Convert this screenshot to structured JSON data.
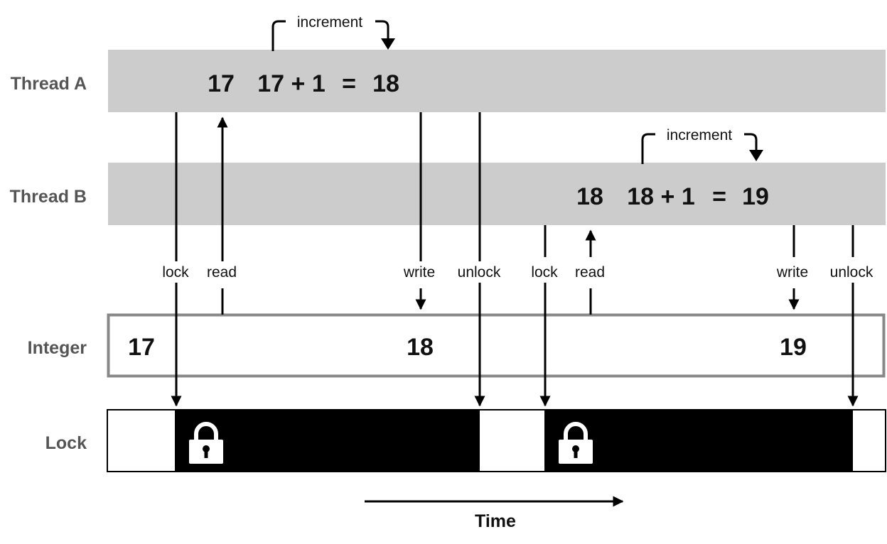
{
  "rows": {
    "thread_a": "Thread A",
    "thread_b": "Thread B",
    "integer": "Integer",
    "lock": "Lock"
  },
  "thread_a": {
    "read_value": "17",
    "expression": "17 + 1",
    "equals": "=",
    "result": "18",
    "brace_label": "increment"
  },
  "thread_b": {
    "read_value": "18",
    "expression": "18 + 1",
    "equals": "=",
    "result": "19",
    "brace_label": "increment"
  },
  "events": {
    "a_lock": "lock",
    "a_read": "read",
    "a_write": "write",
    "a_unlock": "unlock",
    "b_lock": "lock",
    "b_read": "read",
    "b_write": "write",
    "b_unlock": "unlock"
  },
  "integer_values": {
    "initial": "17",
    "after_a": "18",
    "after_b": "19"
  },
  "time_axis": {
    "label": "Time"
  },
  "colors": {
    "thread_band": "#cccccc",
    "integer_border": "#888888",
    "lock_held": "#000000",
    "label_gray": "#555555"
  },
  "icons": {
    "lock": "padlock-icon",
    "arrow": "arrow-icon"
  }
}
